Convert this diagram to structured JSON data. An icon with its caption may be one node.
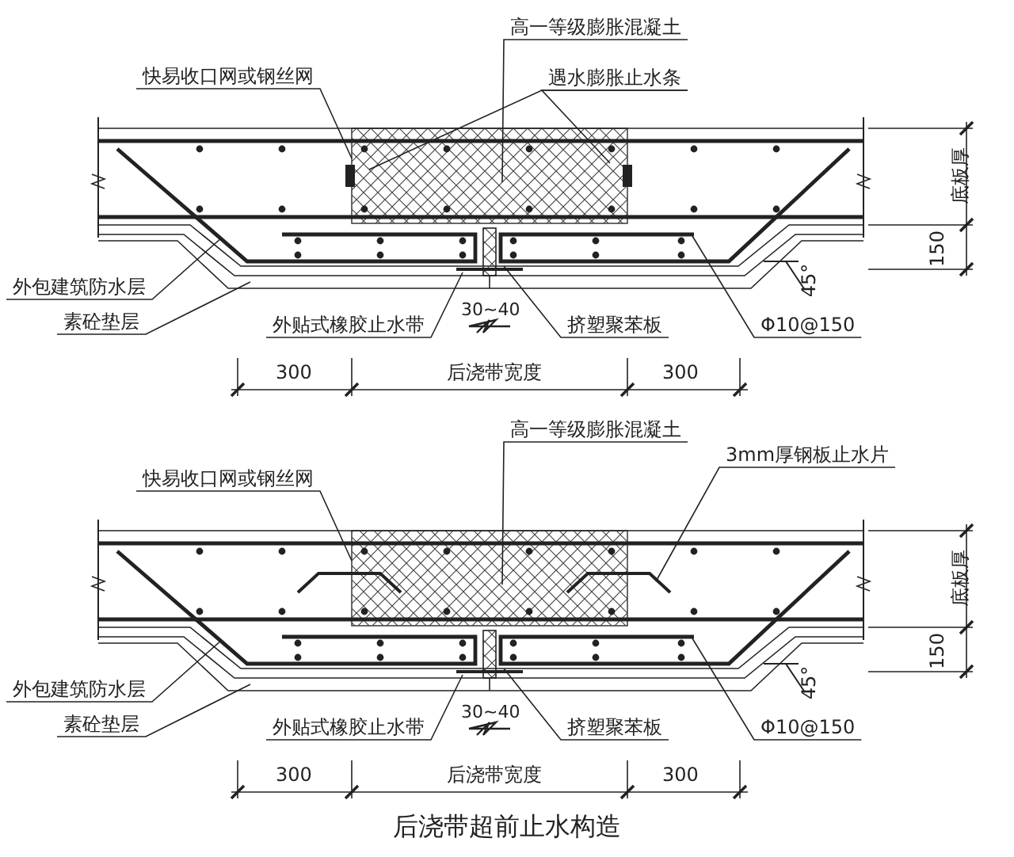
{
  "diagram": {
    "caption": "后浇带超前止水构造",
    "nodes": [
      {
        "text": [
          "高一等级膨胀混凝土"
        ]
      },
      {
        "text": [
          "快易收口网或钢丝网"
        ]
      },
      {
        "text": [
          "遇水膨胀止水条"
        ]
      },
      {
        "text": [
          "外包建筑防水层"
        ]
      },
      {
        "text": [
          "外贴式橡胶止水带"
        ]
      },
      {
        "text": [
          "挤塑聚苯板"
        ]
      },
      {
        "text": [
          "Φ10@150"
        ]
      },
      {
        "text": [
          "素砼垫层"
        ]
      },
      {
        "text": [
          "高一等级膨胀混凝土"
        ]
      },
      {
        "text": [
          "快易收口网或钢丝网"
        ]
      },
      {
        "text": [
          "3mm厚钢板止水片"
        ]
      },
      {
        "text": [
          "外包建筑防水层"
        ]
      },
      {
        "text": [
          "外贴式橡胶止水带"
        ]
      },
      {
        "text": [
          "挤塑聚苯板"
        ]
      },
      {
        "text": [
          "Φ10@150"
        ]
      },
      {
        "text": [
          "素砼垫层"
        ]
      }
    ],
    "edges": [
      {
        "from": 0,
        "to": null,
        "arrow": "none"
      },
      {
        "from": 1,
        "to": null,
        "arrow": "none"
      },
      {
        "from": 2,
        "to": null,
        "arrow": "none"
      },
      {
        "from": 2,
        "to": null,
        "arrow": "none"
      },
      {
        "from": 3,
        "to": null,
        "arrow": "none"
      },
      {
        "from": 4,
        "to": null,
        "arrow": "none"
      },
      {
        "from": 5,
        "to": null,
        "arrow": "none"
      },
      {
        "from": 6,
        "to": null,
        "arrow": "none"
      },
      {
        "from": 7,
        "to": null,
        "arrow": "none"
      },
      {
        "from": 8,
        "to": null,
        "arrow": "none"
      },
      {
        "from": 9,
        "to": null,
        "arrow": "none"
      },
      {
        "from": 10,
        "to": null,
        "arrow": "none"
      },
      {
        "from": 11,
        "to": null,
        "arrow": "none"
      },
      {
        "from": 12,
        "to": null,
        "arrow": "none"
      },
      {
        "from": 13,
        "to": null,
        "arrow": "none"
      },
      {
        "from": 14,
        "to": null,
        "arrow": "none"
      },
      {
        "from": 15,
        "to": null,
        "arrow": "none"
      }
    ],
    "labels": [
      "底板厚",
      "150",
      "45°",
      "30~40",
      "300",
      "后浇带宽度",
      "300",
      "底板厚",
      "150",
      "45°",
      "30~40",
      "300",
      "后浇带宽度",
      "300"
    ]
  }
}
